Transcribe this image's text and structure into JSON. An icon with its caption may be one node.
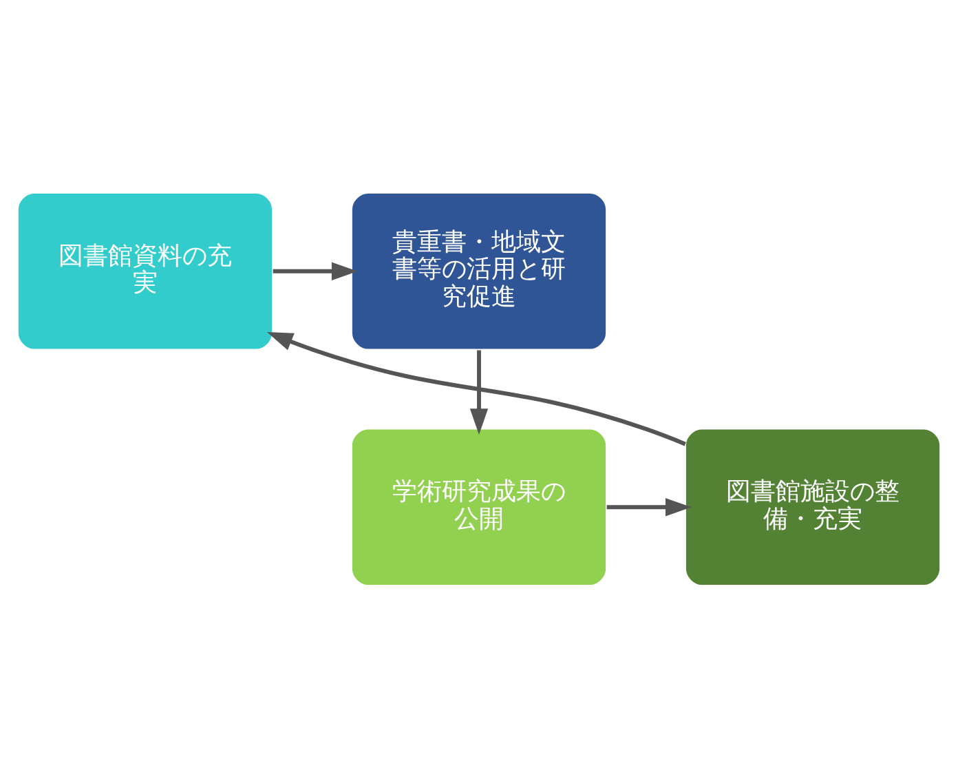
{
  "diagram": {
    "nodes": [
      {
        "text": [
          "貴重書・地域文書等の活用と研究促進"
        ]
      },
      {
        "text": [
          "図書館資料の充実"
        ]
      },
      {
        "text": [
          "学術研究成果の公開"
        ]
      },
      {
        "text": [
          "図書館施設の整備・充実"
        ]
      }
    ],
    "edges": [
      {
        "from": 0,
        "to": 2,
        "arrow": "to"
      },
      {
        "from": 2,
        "to": 3,
        "arrow": "to"
      },
      {
        "from": 3,
        "to": 1,
        "arrow": "to"
      },
      {
        "from": 1,
        "to": 0,
        "arrow": "to"
      }
    ]
  }
}
